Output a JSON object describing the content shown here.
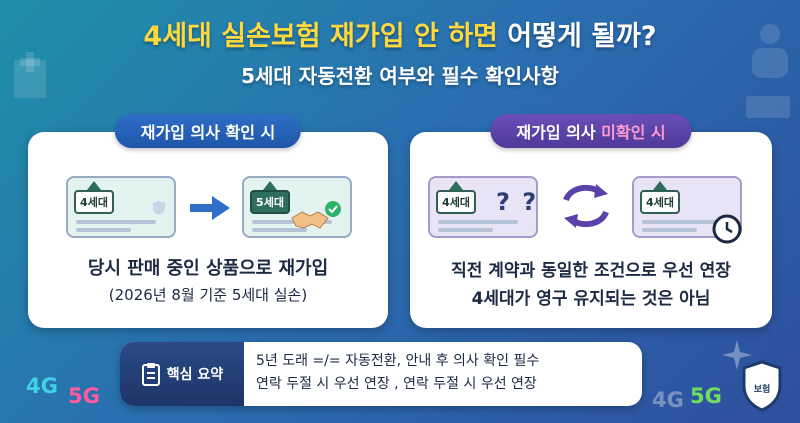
{
  "title": {
    "highlight": "4세대 실손보험 재가입 안 하면",
    "rest": " 어떻게 될까?"
  },
  "subtitle": "5세대 자동전환 여부와 필수 확인사항",
  "left_panel": {
    "header": "재가입 의사 확인 시",
    "card_from": "4세대",
    "card_to": "5세대",
    "caption_main": "당시 판매 중인 상품으로 재가입",
    "caption_sub": "(2026년 8월 기준 5세대 실손)"
  },
  "right_panel": {
    "header_prefix": "재가입 의사 ",
    "header_highlight": "미확인 시",
    "card_from": "4세대",
    "card_to": "4세대",
    "question_marks": "? ?",
    "caption_line1": "직전 계약과 동일한 조건으로 우선 연장",
    "caption_line2": "4세대가 영구 유지되는 것은 아님"
  },
  "summary": {
    "tag": "핵심 요약",
    "line1": "5년 도래 =/= 자동전환, 안내 후 의사 확인 필수",
    "line2": "연락 두절 시 우선 연장 , 연락 두절 시 우선 연장"
  },
  "decor": {
    "left_4g": "4G",
    "left_5g": "5G",
    "right_4g": "4G",
    "right_5g": "5G",
    "shield_label": "보험"
  },
  "colors": {
    "title_highlight": "#ffd93b",
    "pill_blue": "#2f6fc8",
    "pill_purple": "#5a42a8",
    "pink_highlight": "#ff9bd0",
    "arrow_blue": "#2f6fc8",
    "swap_purple": "#5a42a8",
    "green_check": "#2fb36a"
  },
  "icons": {
    "arrow": "right-arrow-icon",
    "handshake": "handshake-icon",
    "check": "check-badge-icon",
    "swap": "swap-cycle-icon",
    "clock": "clock-icon",
    "clipboard": "clipboard-icon",
    "shield": "shield-icon"
  }
}
